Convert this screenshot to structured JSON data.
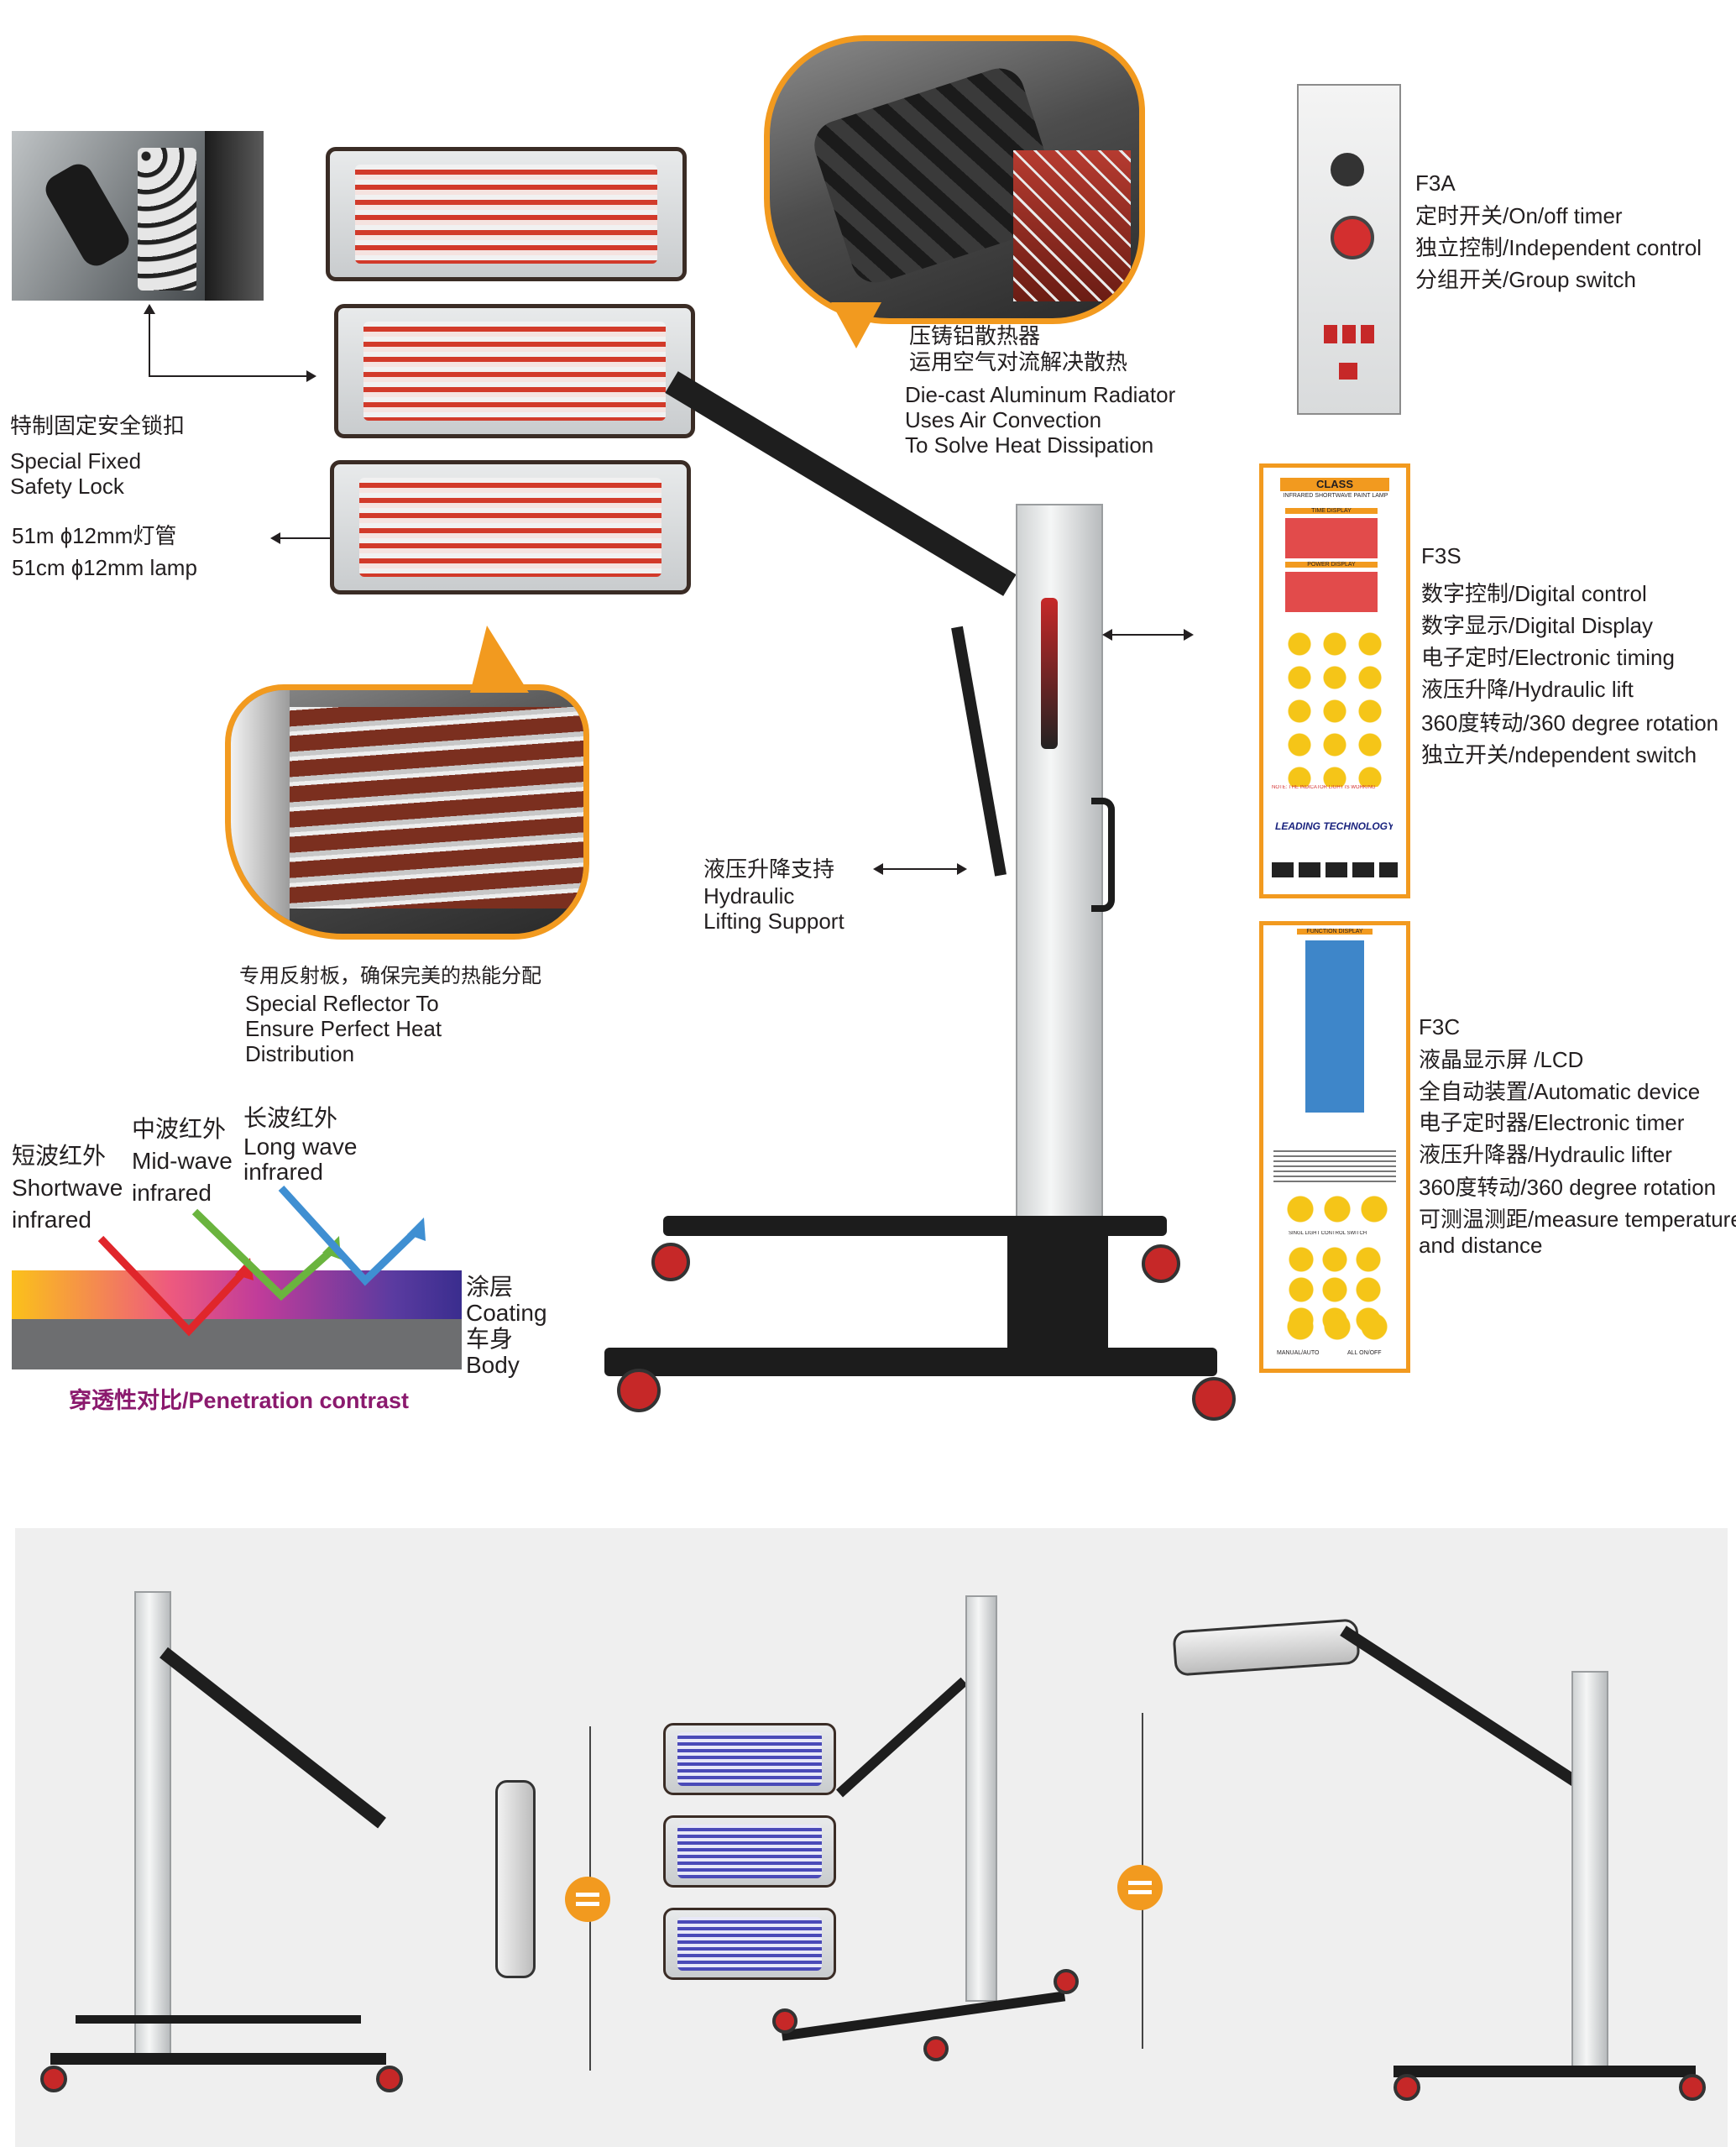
{
  "lock": {
    "label_cn": "特制固定安全锁扣",
    "label_en_1": "Special Fixed",
    "label_en_2": "Safety Lock"
  },
  "lamp_spec": {
    "line_1": "51m ɸ12mm灯管",
    "line_2": "51cm ɸ12mm lamp"
  },
  "radiator": {
    "cn_1": "压铸铝散热器",
    "cn_2": "运用空气对流解决散热",
    "en_1": "Die-cast Aluminum Radiator",
    "en_2": "Uses Air Convection",
    "en_3": "To Solve Heat Dissipation"
  },
  "reflector": {
    "cn": "专用反射板，确保完美的热能分配",
    "en_1": "Special Reflector To",
    "en_2": "Ensure Perfect Heat",
    "en_3": "Distribution"
  },
  "hydraulic": {
    "cn": "液压升降支持",
    "en_1": "Hydraulic",
    "en_2": "Lifting Support"
  },
  "penetration": {
    "short_cn": "短波红外",
    "short_en_1": "Shortwave",
    "short_en_2": "infrared",
    "mid_cn": "中波红外",
    "mid_en_1": "Mid-wave",
    "mid_en_2": "infrared",
    "long_cn": "长波红外",
    "long_en_1": "Long wave",
    "long_en_2": "infrared",
    "coating_cn": "涂层",
    "coating_en": "Coating",
    "body_cn": "车身",
    "body_en": "Body",
    "caption": "穿透性对比/Penetration contrast",
    "colors": {
      "short": "#e0262b",
      "mid": "#6ab43e",
      "long": "#3f8fd2",
      "caption": "#8b1a6e"
    }
  },
  "f3a": {
    "title": "F3A",
    "features": [
      "定时开关/On/off timer",
      "独立控制/Independent control",
      "分组开关/Group switch"
    ]
  },
  "f3s": {
    "title": "F3S",
    "features": [
      "数字控制/Digital control",
      "数字显示/Digital Display",
      "电子定时/Electronic timing",
      "液压升降/Hydraulic lift",
      "360度转动/360 degree rotation",
      "独立开关/ndependent switch"
    ],
    "panel": {
      "brand": "CLASS",
      "subtitle": "INFRARED SHORTWAVE PAINT LAMP",
      "time_display": "TIME DISPLAY",
      "power_display": "POWER DISPLAY",
      "note": "NOTE: THE INDICATOR LIGHT IS WORKING",
      "leading": "LEADING TECHNOLOGY"
    }
  },
  "f3c": {
    "title": "F3C",
    "features": [
      "液晶显示屏 /LCD",
      "全自动装置/Automatic device",
      "电子定时器/Electronic timer",
      "液压升降器/Hydraulic lifter",
      "360度转动/360 degree rotation",
      "可测温测距/measure temperature"
    ],
    "feature_continuation": "and distance",
    "panel": {
      "header": "FUNCTION DISPLAY",
      "switch_label": "SINGL LIGHT CONTROL SWITCH",
      "manual": "MANUAL/AUTO",
      "all": "ALL ON/OFF"
    }
  },
  "colors": {
    "accent": "#f29a1f",
    "lcd_blue": "#3e86c9",
    "display_red": "#e24b4b"
  }
}
